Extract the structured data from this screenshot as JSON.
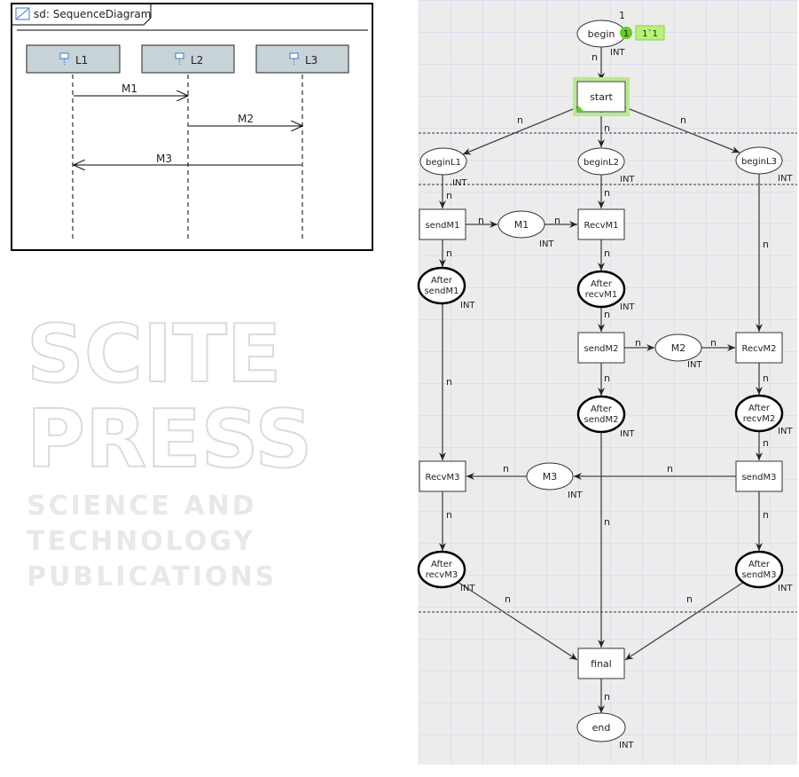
{
  "sequence_diagram": {
    "title": "sd: SequenceDiagram",
    "lifelines": [
      "L1",
      "L2",
      "L3"
    ],
    "messages": [
      "M1",
      "M2",
      "M3"
    ]
  },
  "petri_net": {
    "places": {
      "begin": "begin",
      "beginL1": "beginL1",
      "beginL2": "beginL2",
      "beginL3": "beginL3",
      "M1": "M1",
      "M2": "M2",
      "M3": "M3",
      "after": "After",
      "sendM1": "sendM1",
      "recvM1": "recvM1",
      "sendM2": "sendM2",
      "recvM2": "recvM2",
      "recvM3": "recvM3",
      "sendM3": "sendM3",
      "end": "end"
    },
    "transitions": {
      "start": "start",
      "sendM1": "sendM1",
      "RecvM1": "RecvM1",
      "sendM2": "sendM2",
      "RecvM2": "RecvM2",
      "RecvM3": "RecvM3",
      "sendM3": "sendM3",
      "final": "final"
    },
    "initial_marking_label": "1",
    "token_count": "1",
    "marking": "1`1",
    "colset": "INT",
    "arc_label": "n",
    "enabled_color": "#66cc22"
  },
  "watermark": {
    "main": "SCITEPRESS",
    "sub": "SCIENCE AND TECHNOLOGY PUBLICATIONS"
  }
}
